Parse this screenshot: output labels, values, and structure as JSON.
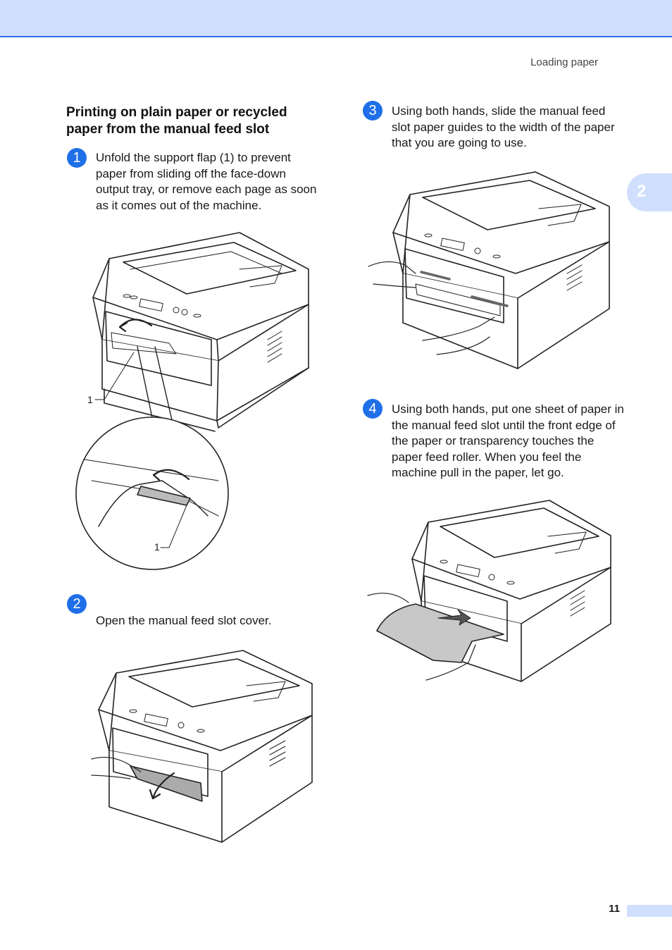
{
  "header": {
    "running_title": "Loading paper",
    "chapter_number": "2"
  },
  "section": {
    "title": "Printing on plain paper or recycled paper from the manual feed slot"
  },
  "steps": [
    {
      "number": "1",
      "text": "Unfold the support flap (1) to prevent paper from sliding off the face-down output tray, or remove each page as soon as it comes out of the machine."
    },
    {
      "number": "2",
      "text": "Open the manual feed slot cover."
    },
    {
      "number": "3",
      "text": "Using both hands, slide the manual feed slot paper guides to the width of the paper that you are going to use."
    },
    {
      "number": "4",
      "text": "Using both hands, put one sheet of paper in the manual feed slot until the front edge of the paper or transparency touches the paper feed roller. When you feel the machine pull in the paper, let go."
    }
  ],
  "figure_labels": {
    "callout_main": "1",
    "callout_zoom": "1"
  },
  "footer": {
    "page_number": "11"
  },
  "colors": {
    "accent": "#1f6fe8",
    "tab_fill": "#cfdffd"
  }
}
